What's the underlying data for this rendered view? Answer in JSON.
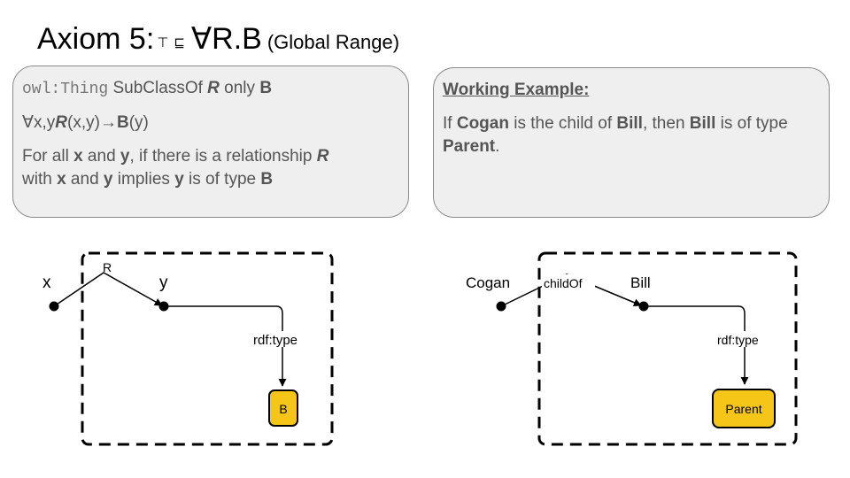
{
  "title": {
    "main": "Axiom 5:",
    "top_symbol": "⊤",
    "subclass_symbol": "⊑",
    "forall_expr": "∀R.B",
    "subtitle": "(Global Range)"
  },
  "left_box": {
    "owl_code": "owl:Thing",
    "subclassof": " SubClassOf ",
    "r": "R",
    "only": " only ",
    "b": "B",
    "formula_prefix": "∀x,y",
    "formula_r": "R",
    "formula_mid": "(x,y)→",
    "formula_b": "B",
    "formula_suffix": "(y)",
    "desc_1": "For all ",
    "desc_x": "x",
    "desc_2": " and ",
    "desc_y": "y",
    "desc_3": ", if there is a relationship ",
    "desc_r": "R",
    "desc_4": " with ",
    "desc_x2": "x",
    "desc_5": " and ",
    "desc_y2": "y",
    "desc_6": " implies ",
    "desc_y3": "y",
    "desc_7": " is of type ",
    "desc_b": "B"
  },
  "right_box": {
    "header": "Working Example:",
    "p1": "If ",
    "cogan": "Cogan",
    "p2": " is the child of ",
    "bill1": "Bill",
    "p3": ", then ",
    "bill2": "Bill",
    "p4": " is of type ",
    "parent": "Parent",
    "p5": "."
  },
  "diagram_left": {
    "x_label": "x",
    "rel_label": "R",
    "y_label": "y",
    "type_label": "rdf:type",
    "class_label": "B"
  },
  "diagram_right": {
    "x_label": "Cogan",
    "rel_label": "childOf",
    "y_label": "Bill",
    "type_label": "rdf:type",
    "class_label": "Parent"
  },
  "colors": {
    "class_fill": "#f5c518",
    "box_fill": "#efefef",
    "box_border": "#8a8a8a"
  }
}
